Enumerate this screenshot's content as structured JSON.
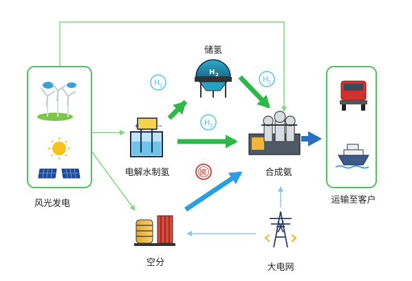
{
  "nodes": {
    "renewables": {
      "label": "风光发电"
    },
    "electrolysis": {
      "label": "电解水制氢"
    },
    "storage": {
      "label": "储氢"
    },
    "synthesis": {
      "label": "合成氨"
    },
    "air_separation": {
      "label": "空分"
    },
    "grid": {
      "label": "大电网"
    },
    "delivery": {
      "label": "运输至客户"
    }
  },
  "badges": {
    "h2": "H",
    "h2_sub": "2",
    "seal": "國"
  },
  "colors": {
    "green_flow": "#2fb84a",
    "light_green": "#7dd87f",
    "blue_flow": "#2a9fe0",
    "light_blue": "#8cc4ec",
    "dark_blue": "#2a6fc0",
    "frame_green": "#4bc35a",
    "cyan_badge": "#4cc6e6",
    "seal_red": "#c0392b"
  },
  "icons": [
    "wind-turbine-icon",
    "solar-panel-icon",
    "sun-icon",
    "electrolyzer-icon",
    "hydrogen-tank-icon",
    "ammonia-plant-icon",
    "air-separation-icon",
    "power-pylon-icon",
    "truck-icon",
    "ship-icon",
    "h2-badge-icon",
    "seal-icon"
  ]
}
